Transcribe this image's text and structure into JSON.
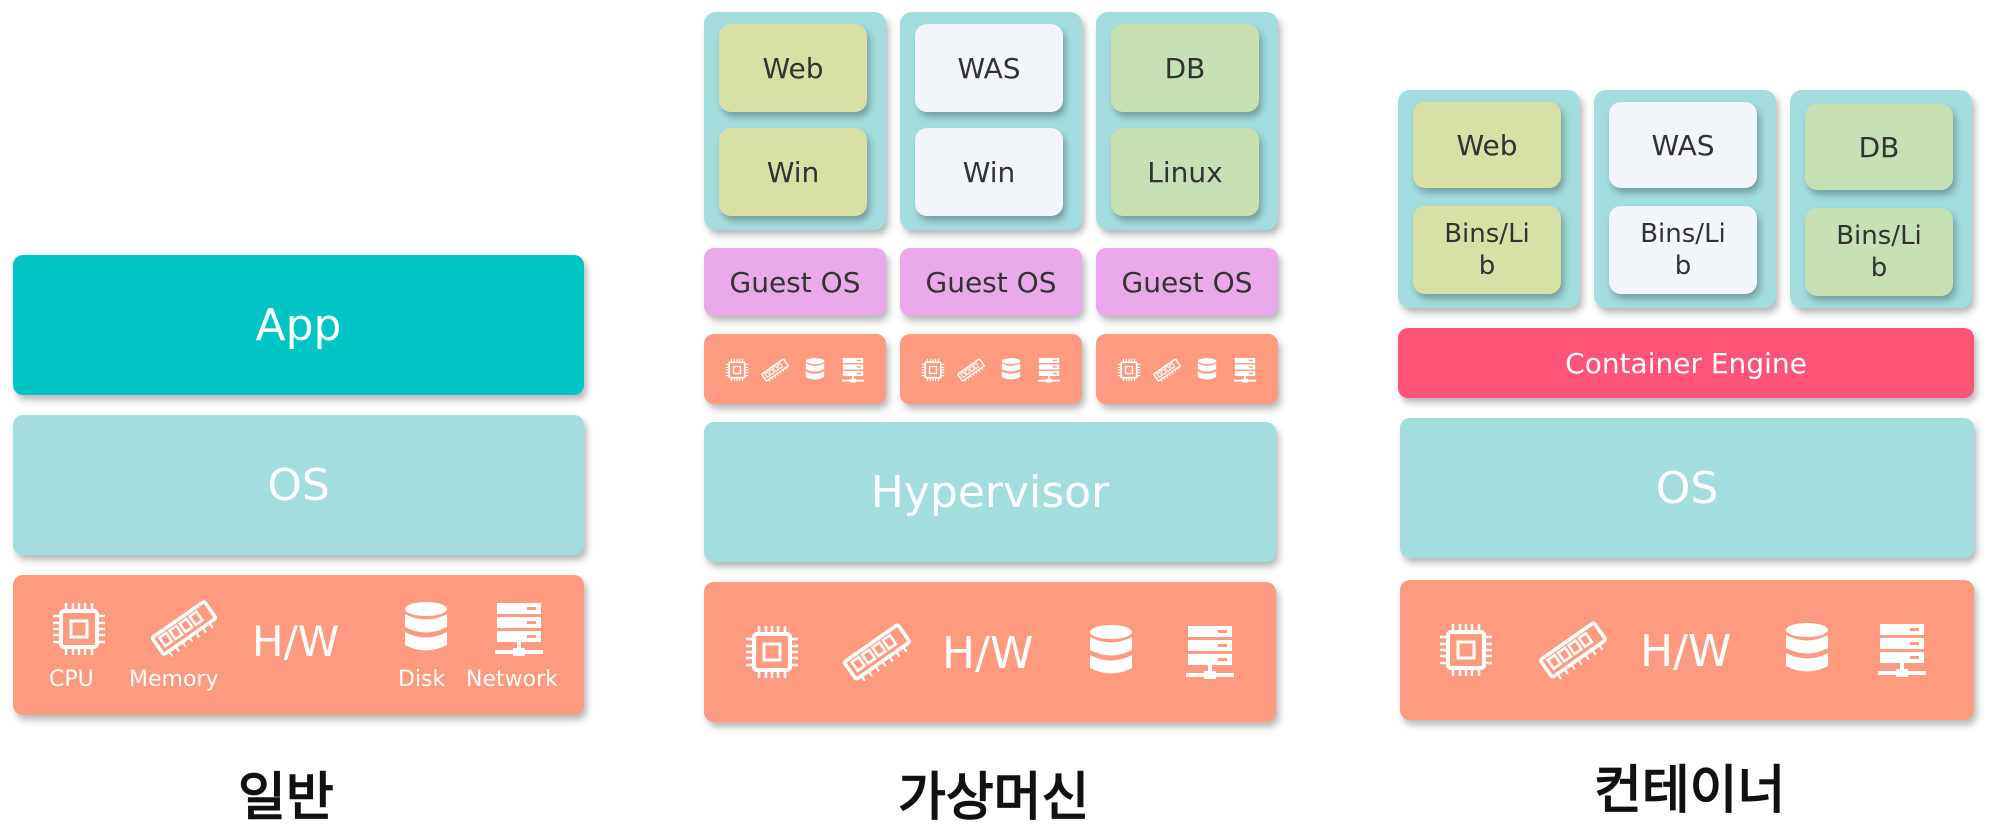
{
  "general": {
    "app_label": "App",
    "os_label": "OS",
    "hw_label": "H/W",
    "cpu_label": "CPU",
    "memory_label": "Memory",
    "disk_label": "Disk",
    "network_label": "Network",
    "caption": "일반"
  },
  "vm": {
    "columns": [
      {
        "app": "Web",
        "os": "Win",
        "guest": "Guest OS"
      },
      {
        "app": "WAS",
        "os": "Win",
        "guest": "Guest OS"
      },
      {
        "app": "DB",
        "os": "Linux",
        "guest": "Guest OS"
      }
    ],
    "hypervisor_label": "Hypervisor",
    "hw_label": "H/W",
    "caption": "가상머신"
  },
  "container": {
    "columns": [
      {
        "app": "Web",
        "lib": "Bins/Li\nb"
      },
      {
        "app": "WAS",
        "lib": "Bins/Li\nb"
      },
      {
        "app": "DB",
        "lib": "Bins/Li\nb"
      }
    ],
    "engine_label": "Container Engine",
    "os_label": "OS",
    "hw_label": "H/W",
    "caption": "컨테이너"
  },
  "colors": {
    "teal": "#01c4c4",
    "light_teal": "#a3ddde",
    "orange": "#fd9a7f",
    "pink": "#eaa9ea",
    "red": "#fe5478",
    "web_yellowgreen": "#d9e0a6",
    "was_white": "#f2f5fa",
    "db_green": "#c7e0b4"
  },
  "icons": [
    "cpu-icon",
    "memory-icon",
    "disk-icon",
    "network-icon"
  ]
}
